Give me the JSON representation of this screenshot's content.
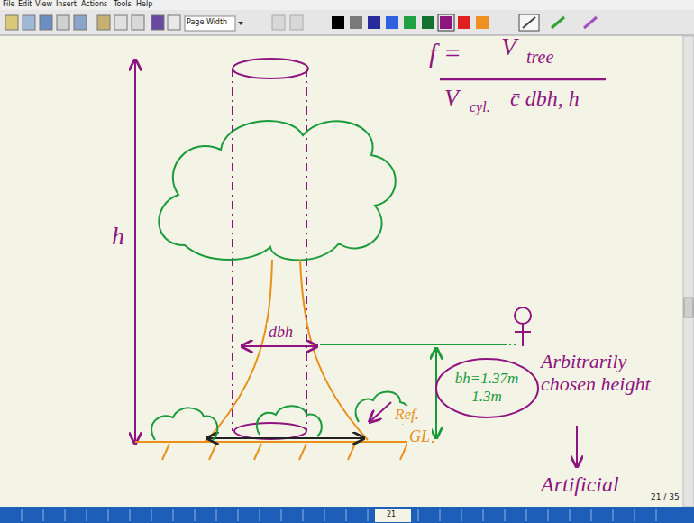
{
  "diagram": {
    "nodes": [
      {
        "text": [
          "bh=1.37m",
          "1.3m"
        ]
      }
    ],
    "labels": [
      "File",
      "Edit",
      "View",
      "Insert",
      "Actions",
      "Tools",
      "Help",
      "Page Width",
      "f =",
      "V",
      "tree",
      "V",
      "cyl.",
      "c̄ dbh, h",
      "h",
      "dbh",
      "Ref.",
      "GL",
      "Arbitrarily chosen height",
      "Artificial",
      "21 / 35",
      "21"
    ]
  }
}
